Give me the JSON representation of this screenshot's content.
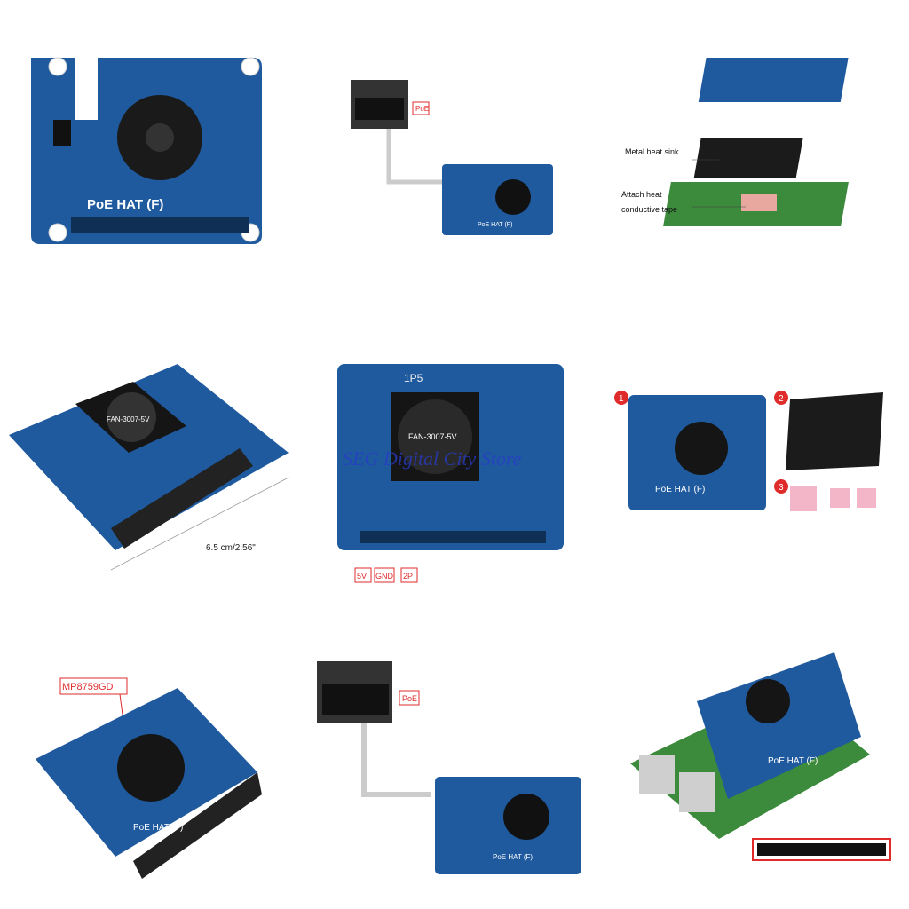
{
  "cells": {
    "board_top": {
      "board_label": "PoE HAT (F)"
    },
    "switch_connection_1": {
      "poe_tag": "PoE",
      "board_label": "PoE HAT (F)"
    },
    "exploded_view": {
      "heatsink_label": "Metal heat sink",
      "tape_label_line1": "Attach heat",
      "tape_label_line2": "conductive tape"
    },
    "board_angle": {
      "dimension_label": "6.5 cm/2.56\"",
      "fan_label": "FAN-3007-5V"
    },
    "pinout": {
      "fan_label": "FAN-3007-5V",
      "inductor_label": "1P5",
      "pin_5v": "5V",
      "pin_gnd": "GND",
      "pin_2p": "2P"
    },
    "package_contents": {
      "item1": "1",
      "item2": "2",
      "item3": "3",
      "board_label": "PoE HAT (F)"
    },
    "chip_callout": {
      "chip_label": "MP8759GD",
      "board_label": "PoE HAT (F)"
    },
    "switch_connection_2": {
      "poe_tag": "PoE",
      "board_label": "PoE HAT (F)"
    },
    "mounted": {
      "board_label": "PoE HAT (F)"
    }
  },
  "watermark": "SEG Digital City Store",
  "colors": {
    "board_blue": "#1f5a9e",
    "callout_red": "#e02b2b",
    "heatsink": "#1b1b1b",
    "thermal_pad": "#f2b6c8"
  }
}
